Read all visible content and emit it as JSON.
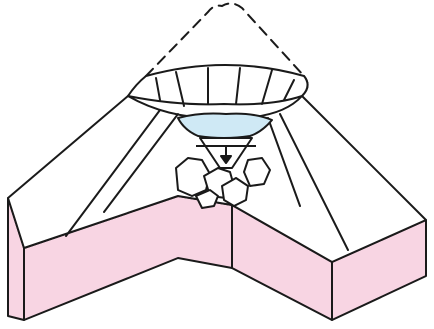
{
  "diagram": {
    "colors": {
      "background": "#ffffff",
      "stroke": "#1a1a1a",
      "base_fill": "#f8d5e3",
      "block_top_fill": "#ffffff",
      "water_fill": "#cfe9f5",
      "rock_fill": "#ffffff"
    },
    "arrow": {
      "direction": "down"
    },
    "parts": [
      "block-top-surface",
      "block-side-face",
      "volcanic-cone",
      "crater-lake",
      "vent-arrow",
      "rubble-blocks",
      "eruption-cloud-outline"
    ]
  }
}
